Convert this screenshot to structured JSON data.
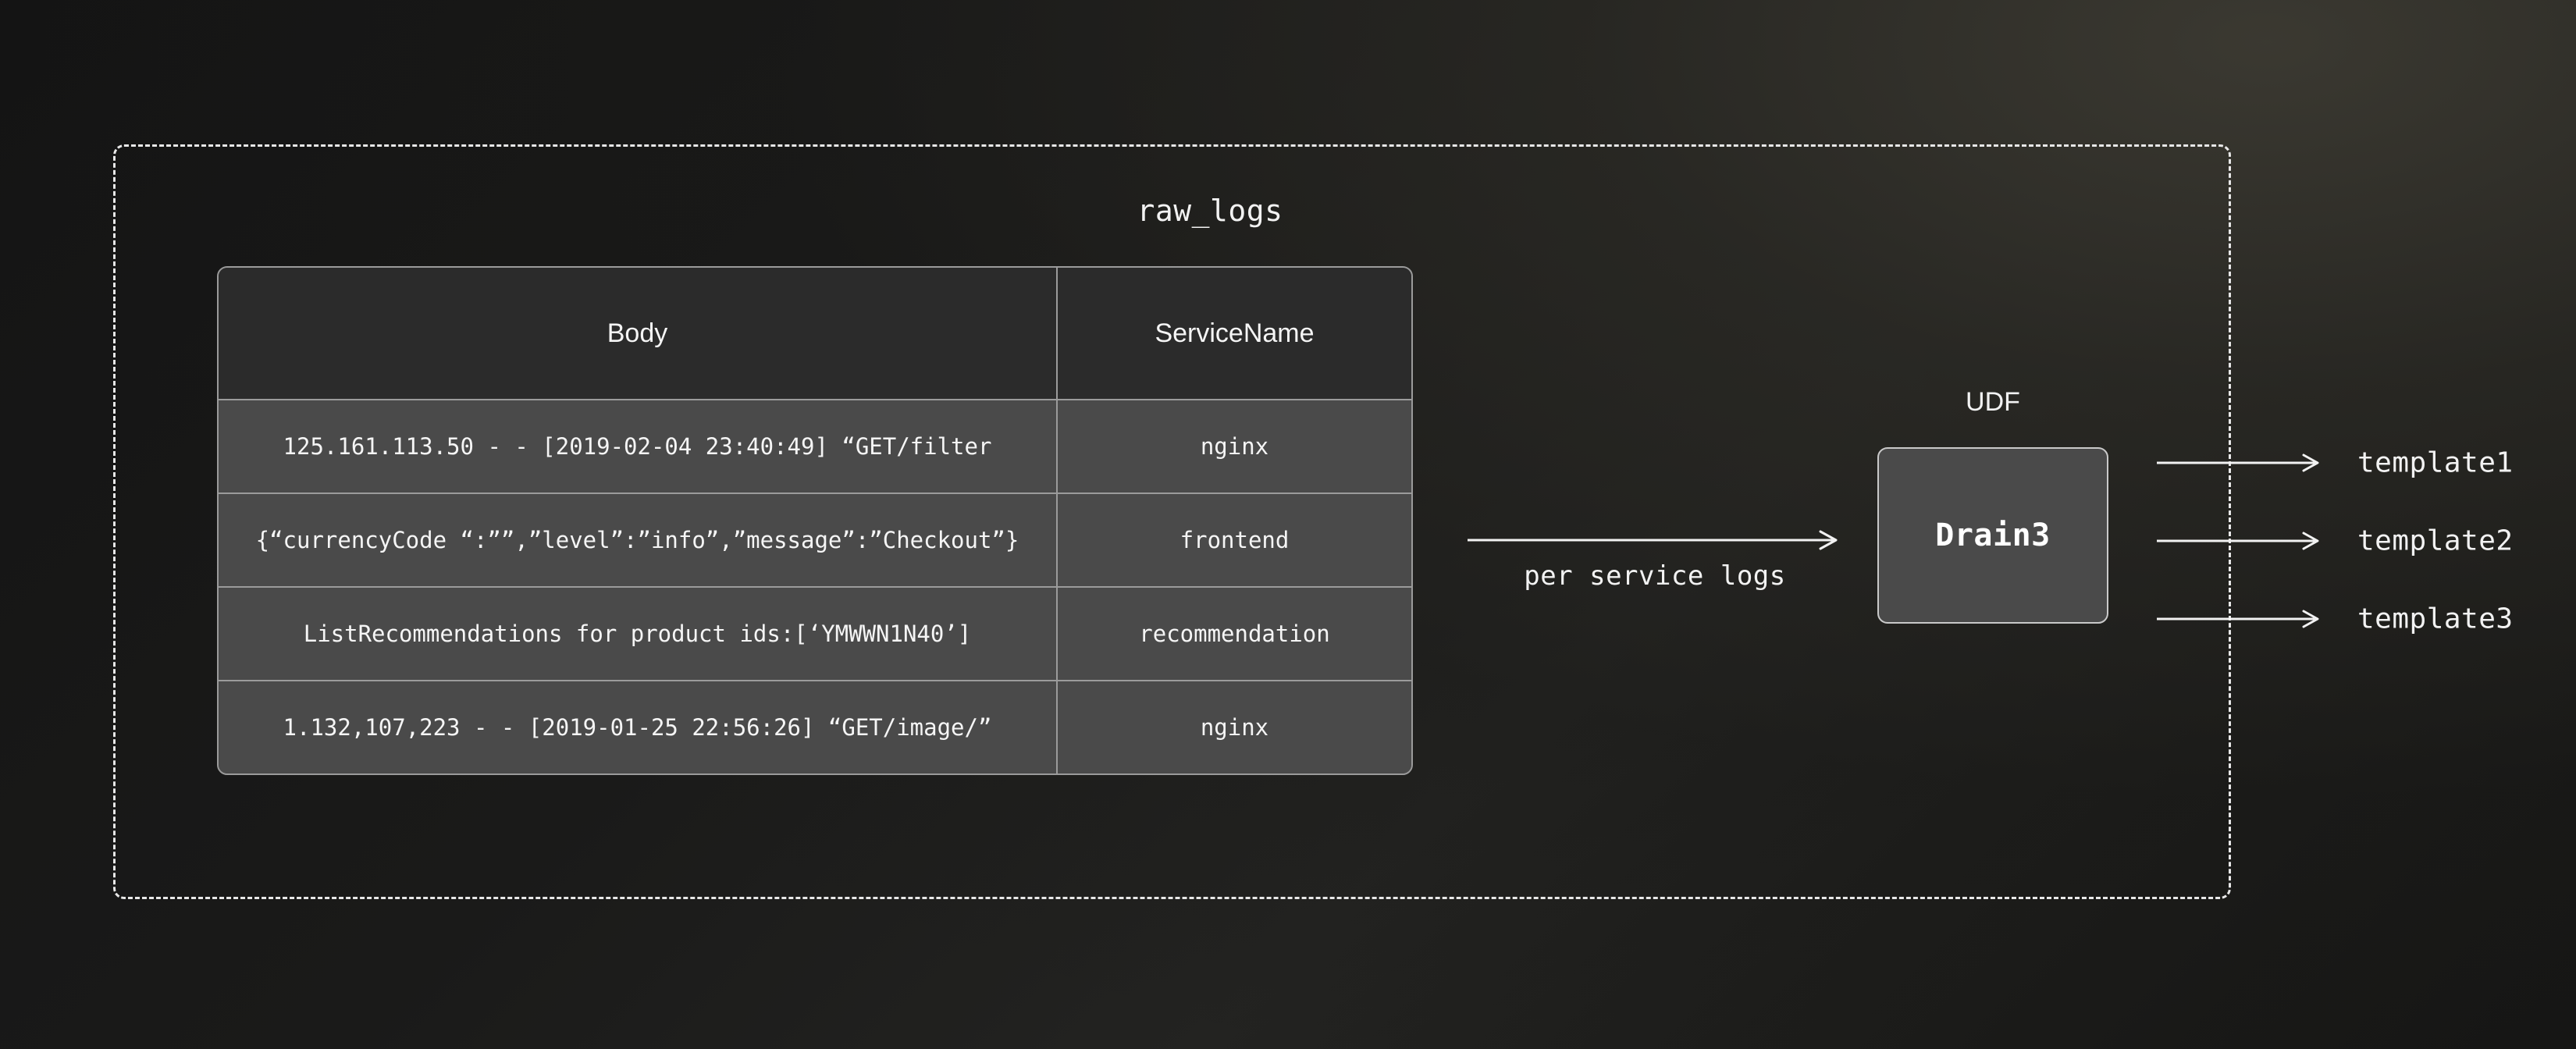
{
  "diagram": {
    "container_label": "raw_logs",
    "table": {
      "columns": [
        "Body",
        "ServiceName"
      ],
      "rows": [
        {
          "body": "125.161.113.50 - - [2019-02-04 23:40:49] “GET/filter",
          "service": "nginx"
        },
        {
          "body": "{“currencyCode “:””,”level”:”info”,”message”:”Checkout”}",
          "service": "frontend"
        },
        {
          "body": "ListRecommendations for product ids:[‘YMWWN1N40’]",
          "service": "recommendation"
        },
        {
          "body": "1.132,107,223 - - [2019-01-25 22:56:26] “GET/image/”",
          "service": "nginx"
        }
      ]
    },
    "flow_arrow_label": "per service logs",
    "udf": {
      "caption": "UDF",
      "box_label": "Drain3"
    },
    "outputs": [
      "template1",
      "template2",
      "template3"
    ],
    "colors": {
      "page_background": "#161615",
      "table_header_background": "#2b2b2b",
      "table_cell_background": "#4a4a4a",
      "table_border": "#9b9b9b",
      "dashed_border": "#e8e8e8",
      "udf_box_background": "#4a4a4a",
      "udf_box_border": "#c9c9c9",
      "text": "#f2f2f2"
    }
  }
}
